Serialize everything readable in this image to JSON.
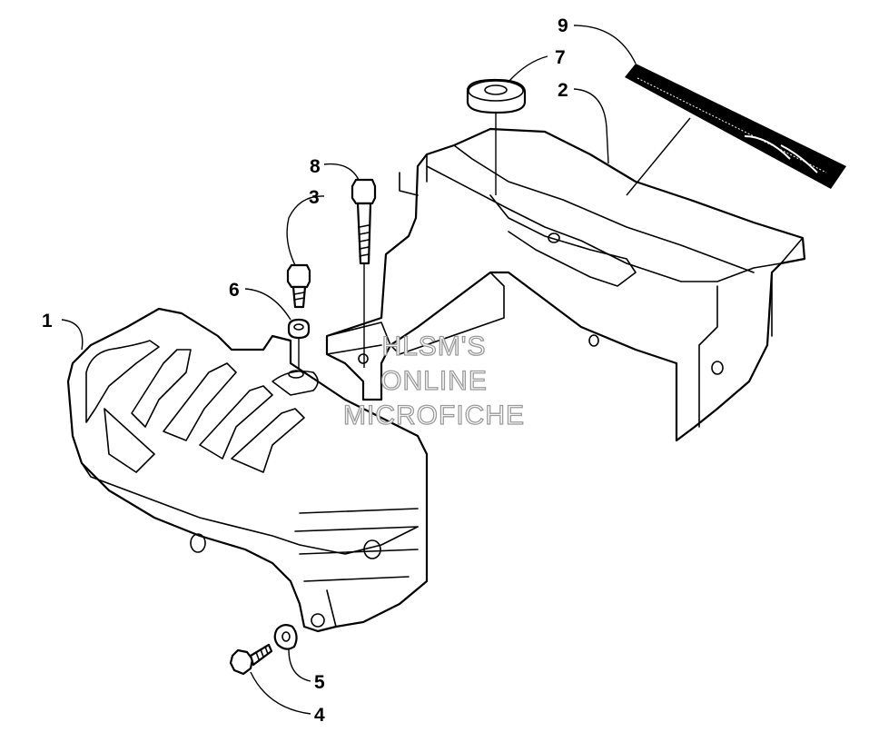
{
  "callouts": [
    {
      "id": "1",
      "label": "1"
    },
    {
      "id": "2",
      "label": "2"
    },
    {
      "id": "3",
      "label": "3"
    },
    {
      "id": "4",
      "label": "4"
    },
    {
      "id": "5",
      "label": "5"
    },
    {
      "id": "6",
      "label": "6"
    },
    {
      "id": "7",
      "label": "7"
    },
    {
      "id": "8",
      "label": "8"
    },
    {
      "id": "9",
      "label": "9"
    }
  ],
  "watermark": {
    "line1": "HLSM'S",
    "line2": "ONLINE",
    "line3": "MICROFICHE"
  },
  "colors": {
    "ink": "#000000",
    "background": "#ffffff",
    "watermark_outline": "#9a9a9a"
  }
}
